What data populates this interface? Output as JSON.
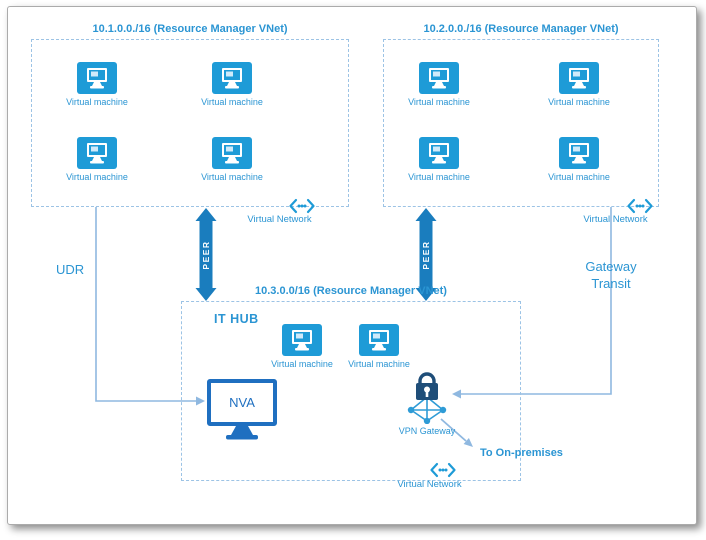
{
  "colors": {
    "accent_blue": "#2B95D3",
    "vm_icon_blue": "#1E9BD7",
    "nva_blue": "#1F6FC0",
    "lock_blue": "#1F4E79",
    "peer_arrow_blue": "#1A7DBE",
    "connector_blue": "#8FB8E0",
    "dashed_border_blue": "#9CC3E5"
  },
  "icons": {
    "virtual-machine": "blue rounded square with white monitor glyph",
    "virtual-network": "angle brackets with three dots",
    "nva": "monitor outline with NVA text",
    "vpn-gateway": "padlock over connected network nodes"
  },
  "vnets": [
    {
      "title": "10.1.0.0./16 (Resource Manager VNet)",
      "vms": [
        "Virtual machine",
        "Virtual machine",
        "Virtual machine",
        "Virtual machine"
      ],
      "network_label": "Virtual Network"
    },
    {
      "title": "10.2.0.0./16 (Resource Manager VNet)",
      "vms": [
        "Virtual machine",
        "Virtual machine",
        "Virtual machine",
        "Virtual machine"
      ],
      "network_label": "Virtual Network"
    }
  ],
  "hub": {
    "title": "10.3.0.0/16 (Resource Manager VNet)",
    "name": "IT HUB",
    "vms": [
      "Virtual machine",
      "Virtual machine"
    ],
    "nva_label": "NVA",
    "gateway_label": "VPN Gateway",
    "network_label": "Virtual Network"
  },
  "annotations": {
    "peer": "PEER",
    "udr": "UDR",
    "gateway_transit": "Gateway Transit",
    "to_on_premises": "To On-premises"
  }
}
